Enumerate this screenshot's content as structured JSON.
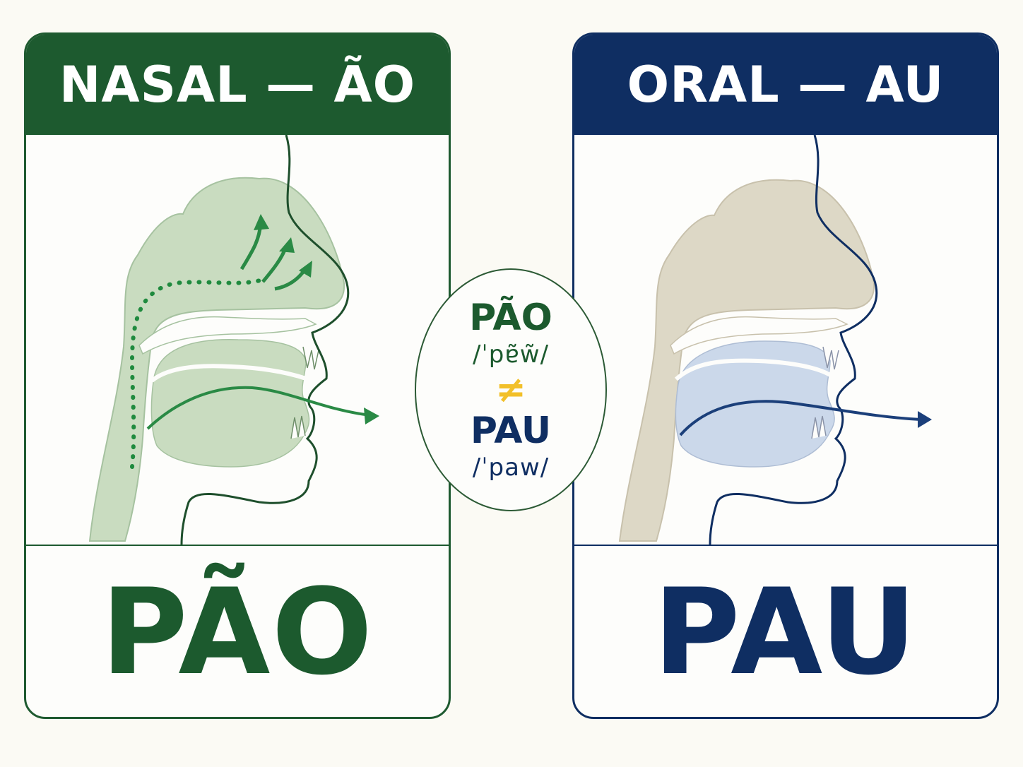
{
  "nasal": {
    "title": "NASAL — ÃO",
    "word": "PÃO",
    "color": "#1d5a2f",
    "arrow_color": "#2a8a45",
    "cavity_fill": "#c9dcc0"
  },
  "oral": {
    "title": "ORAL — AU",
    "word": "PAU",
    "color": "#0f2e62",
    "cavity_fill": "#ddd8c6",
    "mouth_fill": "#cbd8ea"
  },
  "comparison": {
    "word1": "PÃO",
    "ipa1": "/ˈpɐ̃w̃/",
    "symbol": "≠",
    "word2": "PAU",
    "ipa2": "/ˈpaw/",
    "symbol_color": "#f2c029"
  }
}
